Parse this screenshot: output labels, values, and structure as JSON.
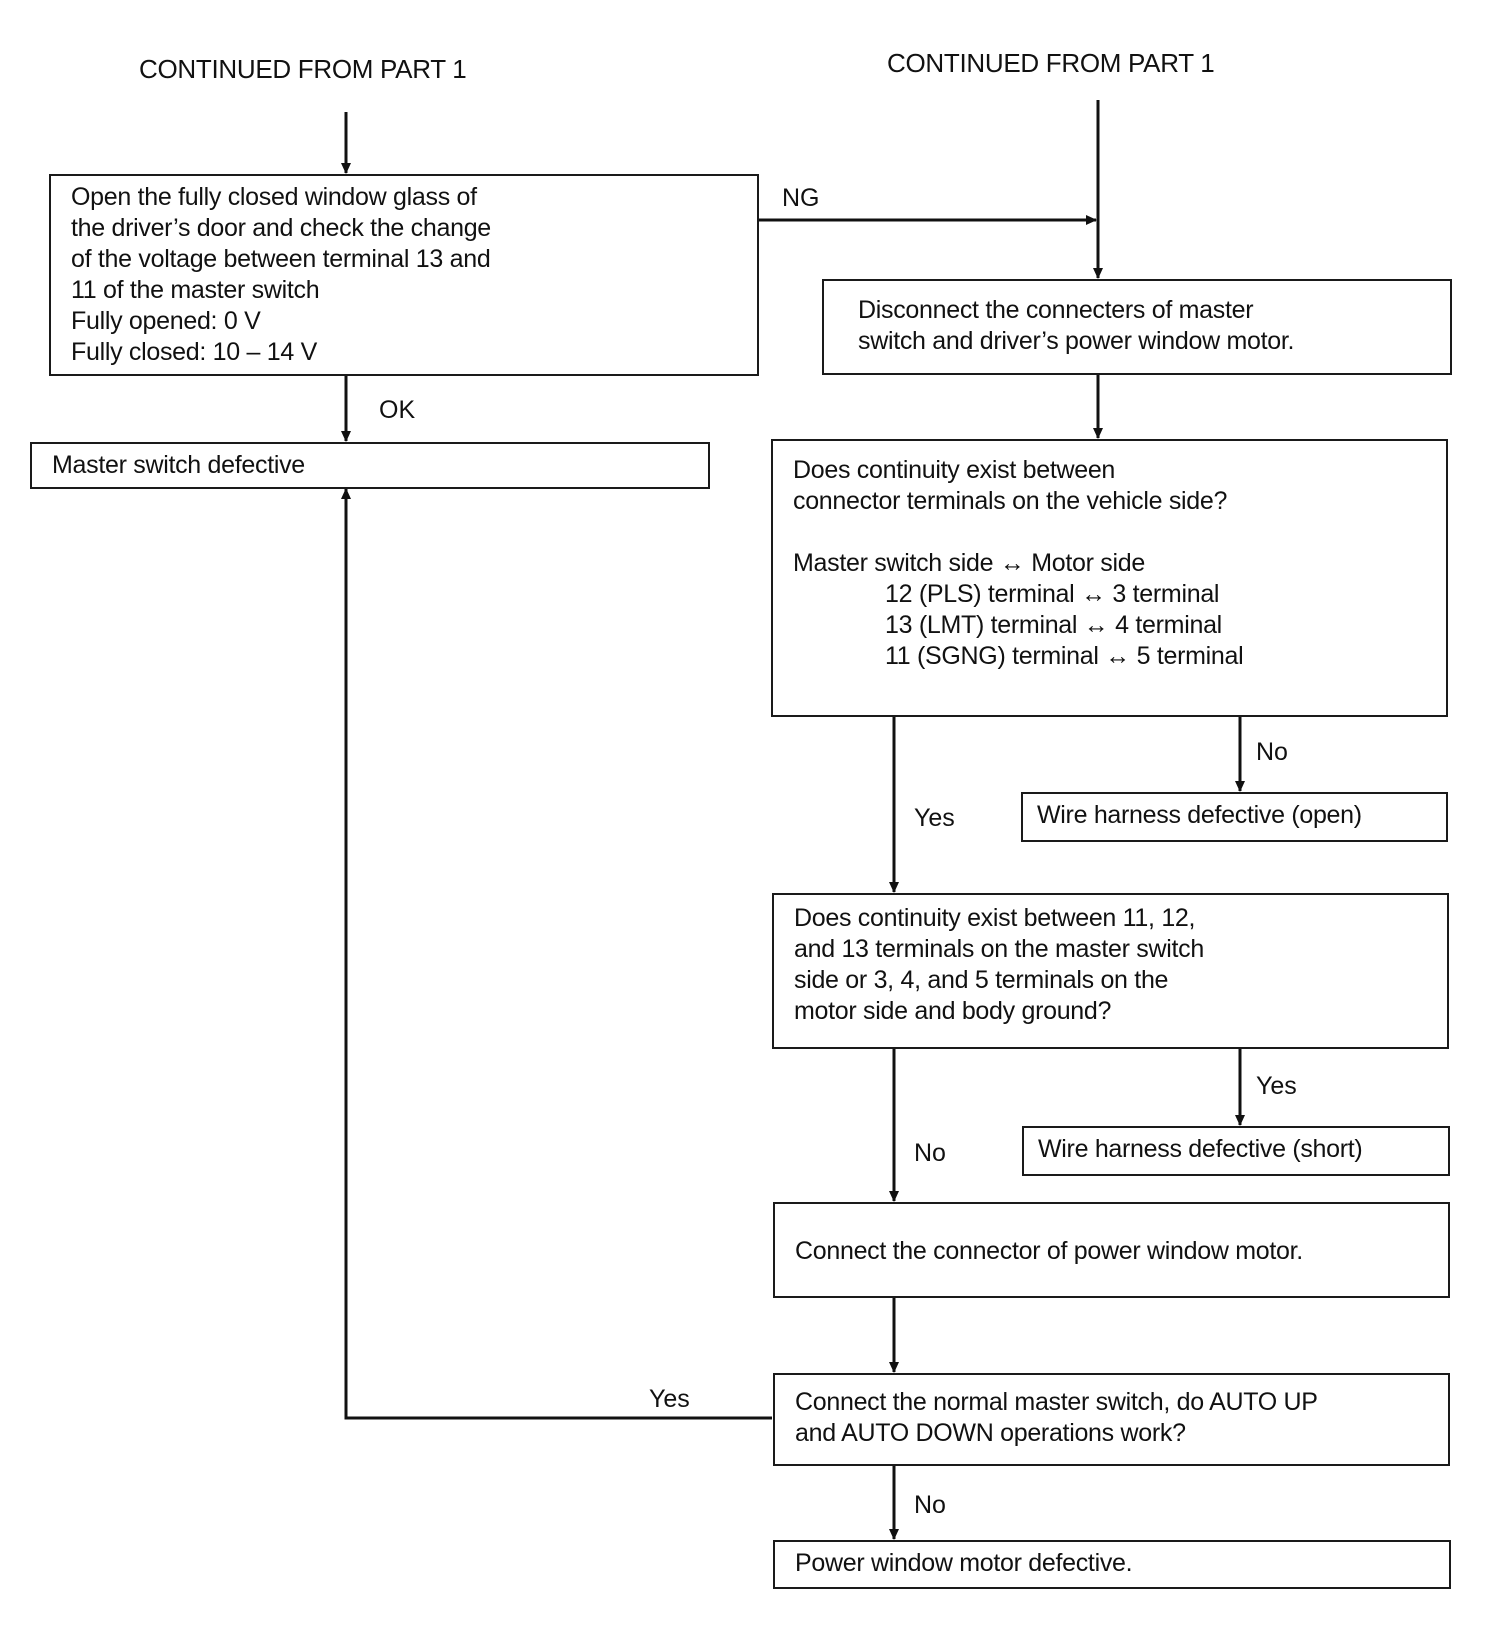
{
  "headings": {
    "left": "CONTINUED FROM PART 1",
    "right": "CONTINUED FROM PART 1"
  },
  "boxes": {
    "check_voltage": {
      "lines": [
        "Open the fully closed window glass of",
        "the driver’s door and check the change",
        "of the voltage between terminal 13 and",
        "11 of the master switch",
        "Fully opened: 0 V",
        "Fully closed: 10 – 14 V"
      ]
    },
    "master_switch_defective": {
      "lines": [
        "Master switch defective"
      ]
    },
    "disconnect_connectors": {
      "lines": [
        "Disconnect the connecters of master",
        "switch and driver’s power window motor."
      ]
    },
    "continuity_check": {
      "lines": [
        "Does continuity exist between",
        "connector terminals on the vehicle side?",
        "",
        "Master switch side ↔ Motor side",
        "12 (PLS) terminal ↔ 3 terminal",
        "13 (LMT) terminal ↔ 4 terminal",
        "11 (SGNG) terminal ↔ 5 terminal"
      ]
    },
    "harness_open": {
      "lines": [
        "Wire harness defective (open)"
      ]
    },
    "ground_check": {
      "lines": [
        "Does continuity exist between 11, 12,",
        "and 13 terminals on the master switch",
        "side or 3, 4, and 5 terminals on the",
        "motor side and body ground?"
      ]
    },
    "harness_short": {
      "lines": [
        "Wire harness defective (short)"
      ]
    },
    "connect_motor": {
      "lines": [
        "Connect the connector of power window motor."
      ]
    },
    "auto_test": {
      "lines": [
        "Connect the normal master switch, do AUTO UP",
        "and AUTO DOWN operations work?"
      ]
    },
    "motor_defective": {
      "lines": [
        "Power window motor defective."
      ]
    }
  },
  "labels": {
    "ng": "NG",
    "ok": "OK",
    "continuity_no": "No",
    "continuity_yes": "Yes",
    "ground_yes": "Yes",
    "ground_no": "No",
    "auto_yes": "Yes",
    "auto_no": "No"
  }
}
